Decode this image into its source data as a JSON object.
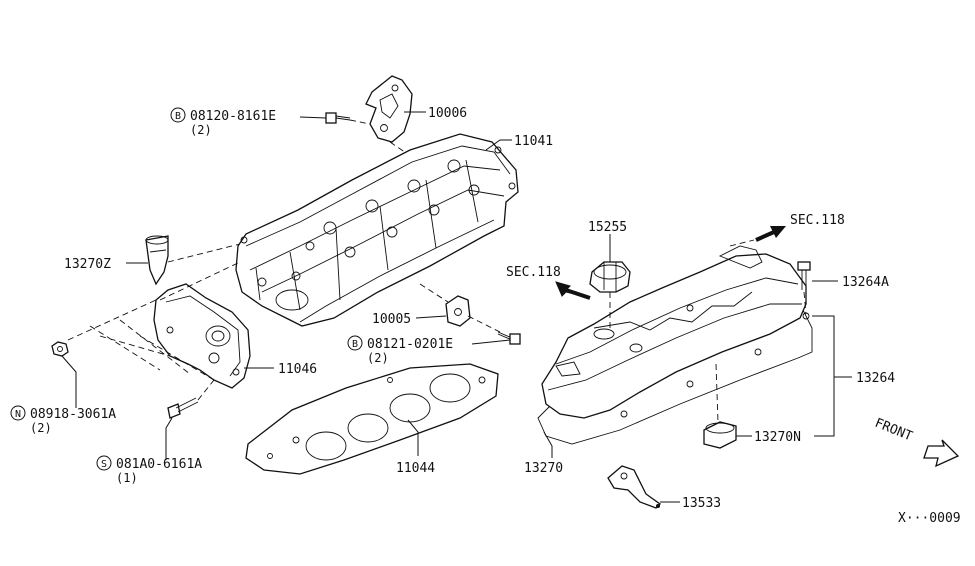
{
  "diagram": {
    "ref": "X···0009",
    "front": "FRONT",
    "callouts": {
      "p10006": "10006",
      "p11041": "11041",
      "p08120": "08120-8161E",
      "p08120_qty": "(2)",
      "p08120_sym": "B",
      "p13270Z": "13270Z",
      "p10005": "10005",
      "p08121": "08121-0201E",
      "p08121_qty": "(2)",
      "p08121_sym": "B",
      "p11046": "11046",
      "p08918": "08918-3061A",
      "p08918_qty": "(2)",
      "p08918_sym": "N",
      "p081A0": "081A0-6161A",
      "p081A0_qty": "(1)",
      "p081A0_sym": "S",
      "p11044": "11044",
      "p15255": "15255",
      "sec118a": "SEC.118",
      "sec118b": "SEC.118",
      "p13264A": "13264A",
      "p13264": "13264",
      "p13270N": "13270N",
      "p13270": "13270",
      "p13533": "13533"
    }
  }
}
